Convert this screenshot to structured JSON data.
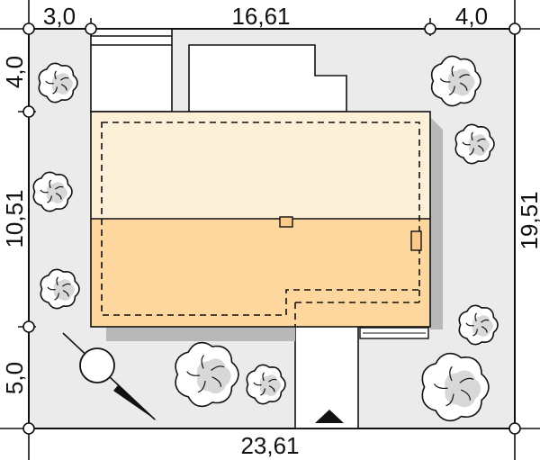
{
  "dimensions": {
    "top_left": "3,0",
    "top_middle": "16,61",
    "top_right": "4,0",
    "bottom": "23,61",
    "left_top": "4,0",
    "left_middle": "10,51",
    "left_bottom": "5,0",
    "right": "19,51"
  },
  "colors": {
    "plot_fill": "#ebebeb",
    "house_upper": "#fdf0d8",
    "house_lower": "#fdd79e",
    "house_shadow": "#b8b8b8",
    "line": "#111111",
    "marker_fill": "#fdc98a"
  },
  "icons": {
    "north_arrow": "compass-needle-icon",
    "entrance": "entrance-triangle-icon",
    "tree": "tree-icon"
  }
}
